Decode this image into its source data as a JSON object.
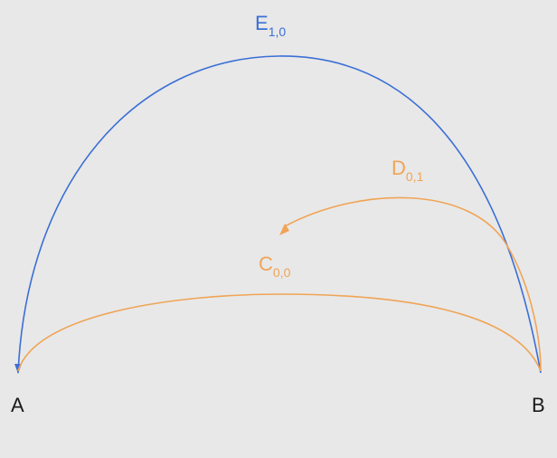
{
  "colors": {
    "background": "#e8e8e8",
    "blue": "#3b6fd6",
    "orange": "#f0a456",
    "node_text": "#1a1a1a"
  },
  "nodes": [
    {
      "name": "node-a",
      "label": "A"
    },
    {
      "name": "node-b",
      "label": "B"
    }
  ],
  "edges": [
    {
      "name": "edge-e",
      "letter": "E",
      "subscript": "1,0",
      "color": "blue"
    },
    {
      "name": "edge-d",
      "letter": "D",
      "subscript": "0,1",
      "color": "orange"
    },
    {
      "name": "edge-c",
      "letter": "C",
      "subscript": "0,0",
      "color": "orange"
    }
  ]
}
